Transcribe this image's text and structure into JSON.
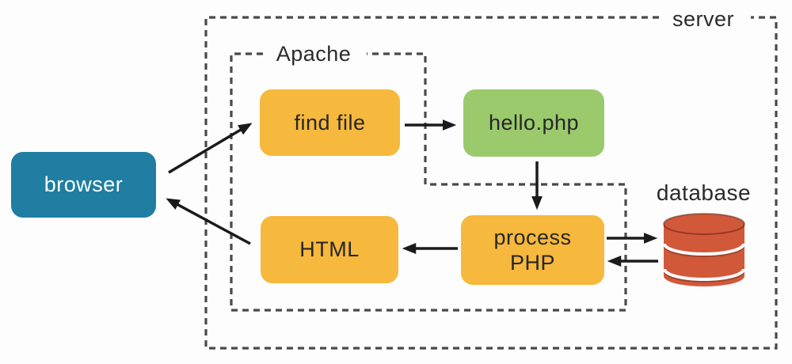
{
  "containers": {
    "server": {
      "label": "server"
    },
    "apache": {
      "label": "Apache"
    }
  },
  "nodes": {
    "browser": {
      "label": "browser",
      "color": "#1f7ea2",
      "text_color": "#ffffff"
    },
    "find_file": {
      "label": "find file",
      "color": "#f6b83d",
      "text_color": "#262626"
    },
    "hello_php": {
      "label": "hello.php",
      "color": "#9bca6d",
      "text_color": "#262626"
    },
    "html": {
      "label": "HTML",
      "color": "#f6b83d",
      "text_color": "#262626"
    },
    "process_php": {
      "label": "process PHP",
      "color": "#f6b83d",
      "text_color": "#262626"
    },
    "database": {
      "label": "database",
      "color": "#d2583a"
    }
  },
  "edges": [
    {
      "from": "browser",
      "to": "find_file"
    },
    {
      "from": "find_file",
      "to": "hello_php"
    },
    {
      "from": "hello_php",
      "to": "process_php"
    },
    {
      "from": "process_php",
      "to": "database"
    },
    {
      "from": "database",
      "to": "process_php"
    },
    {
      "from": "process_php",
      "to": "html"
    },
    {
      "from": "html",
      "to": "browser"
    }
  ],
  "colors": {
    "dash": "#4a4a4a",
    "arrow": "#1b1b1b",
    "canvas_bg": "#fdfdfd"
  }
}
